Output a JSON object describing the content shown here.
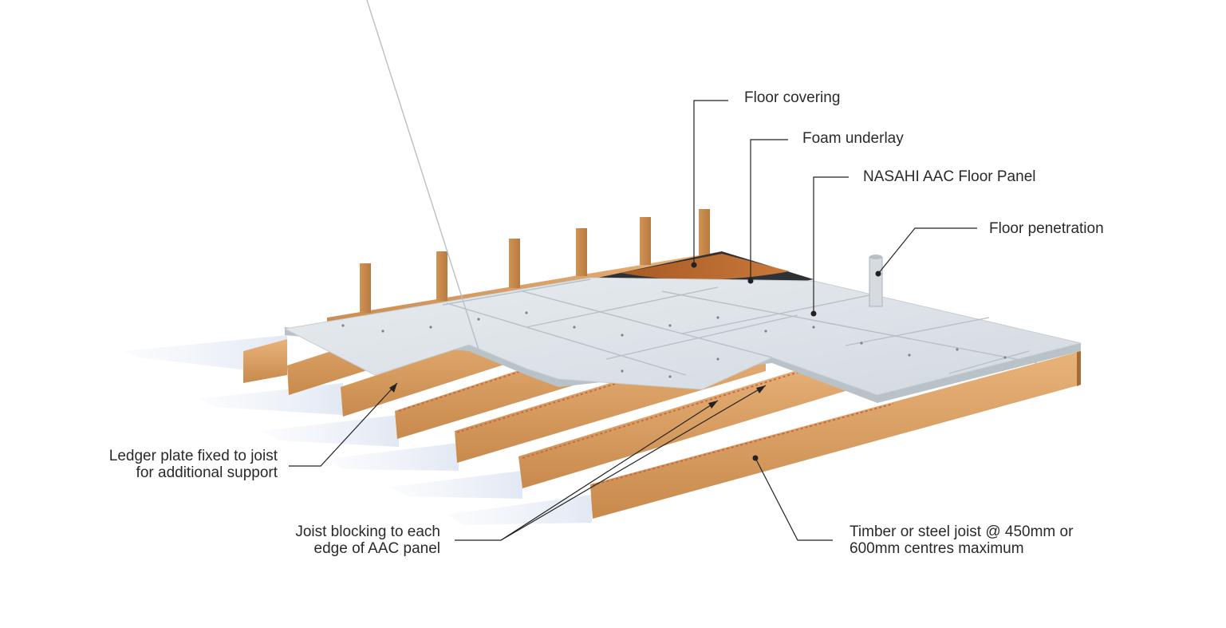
{
  "labels": {
    "floor_covering": "Floor covering",
    "foam_underlay": "Foam underlay",
    "aac_floor_panel": "NASAHI AAC Floor Panel",
    "floor_penetration": "Floor penetration",
    "ledger_plate_line1": "Ledger plate fixed to joist",
    "ledger_plate_line2": "for additional support",
    "joist_blocking_line1": "Joist blocking to each",
    "joist_blocking_line2": "edge of AAC panel",
    "joist_spec_line1": "Timber or steel joist @ 450mm or",
    "joist_spec_line2": "600mm centres maximum"
  },
  "colors": {
    "timber": "#d9a066",
    "timber_dark": "#b97a3e",
    "panel": "#dde3e8",
    "panel_edge": "#b9c2c9",
    "floor_covering": "#b5652a",
    "underlay": "#2e3236",
    "leader": "#222222"
  }
}
